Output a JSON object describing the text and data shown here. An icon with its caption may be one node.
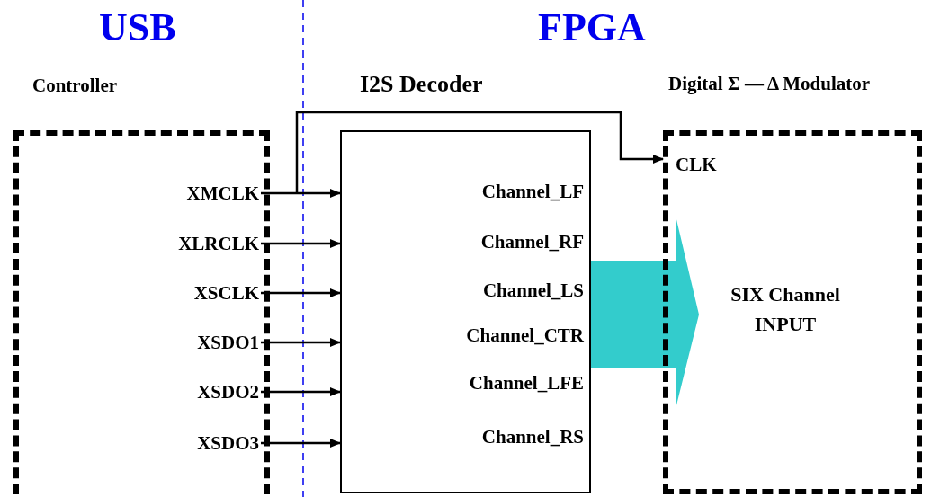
{
  "diagram": {
    "nodes": [
      {
        "text": [
          "Controller"
        ]
      },
      {
        "text": [
          "I2S Decoder",
          "Channel_LF",
          "Channel_RF",
          "Channel_LS",
          "Channel_CTR",
          "Channel_LFE",
          "Channel_RS"
        ]
      },
      {
        "text": [
          "Digital Σ — Δ Modulator",
          "CLK",
          "SIX Channel INPUT"
        ]
      },
      {
        "text": [
          "XMCLK"
        ],
        "in": 0
      },
      {
        "text": [
          "XLRCLK"
        ],
        "in": 0
      },
      {
        "text": [
          "XSCLK"
        ],
        "in": 0
      },
      {
        "text": [
          "XSDO1"
        ],
        "in": 0
      },
      {
        "text": [
          "XSDO2"
        ],
        "in": 0
      },
      {
        "text": [
          "XSDO3"
        ],
        "in": 0
      }
    ],
    "edges": [
      {
        "from": 3,
        "to": 1,
        "arrow": "to"
      },
      {
        "from": 3,
        "to": 2,
        "arrow": "to"
      },
      {
        "from": 4,
        "to": 1,
        "arrow": "to"
      },
      {
        "from": 5,
        "to": 1,
        "arrow": "to"
      },
      {
        "from": 6,
        "to": 1,
        "arrow": "to"
      },
      {
        "from": 7,
        "to": 1,
        "arrow": "to"
      },
      {
        "from": 8,
        "to": 1,
        "arrow": "to"
      },
      {
        "from": 1,
        "to": 2,
        "arrow": "to",
        "style": "thick",
        "color": "#33cccc"
      }
    ],
    "labels": [
      "USB",
      "FPGA"
    ]
  }
}
